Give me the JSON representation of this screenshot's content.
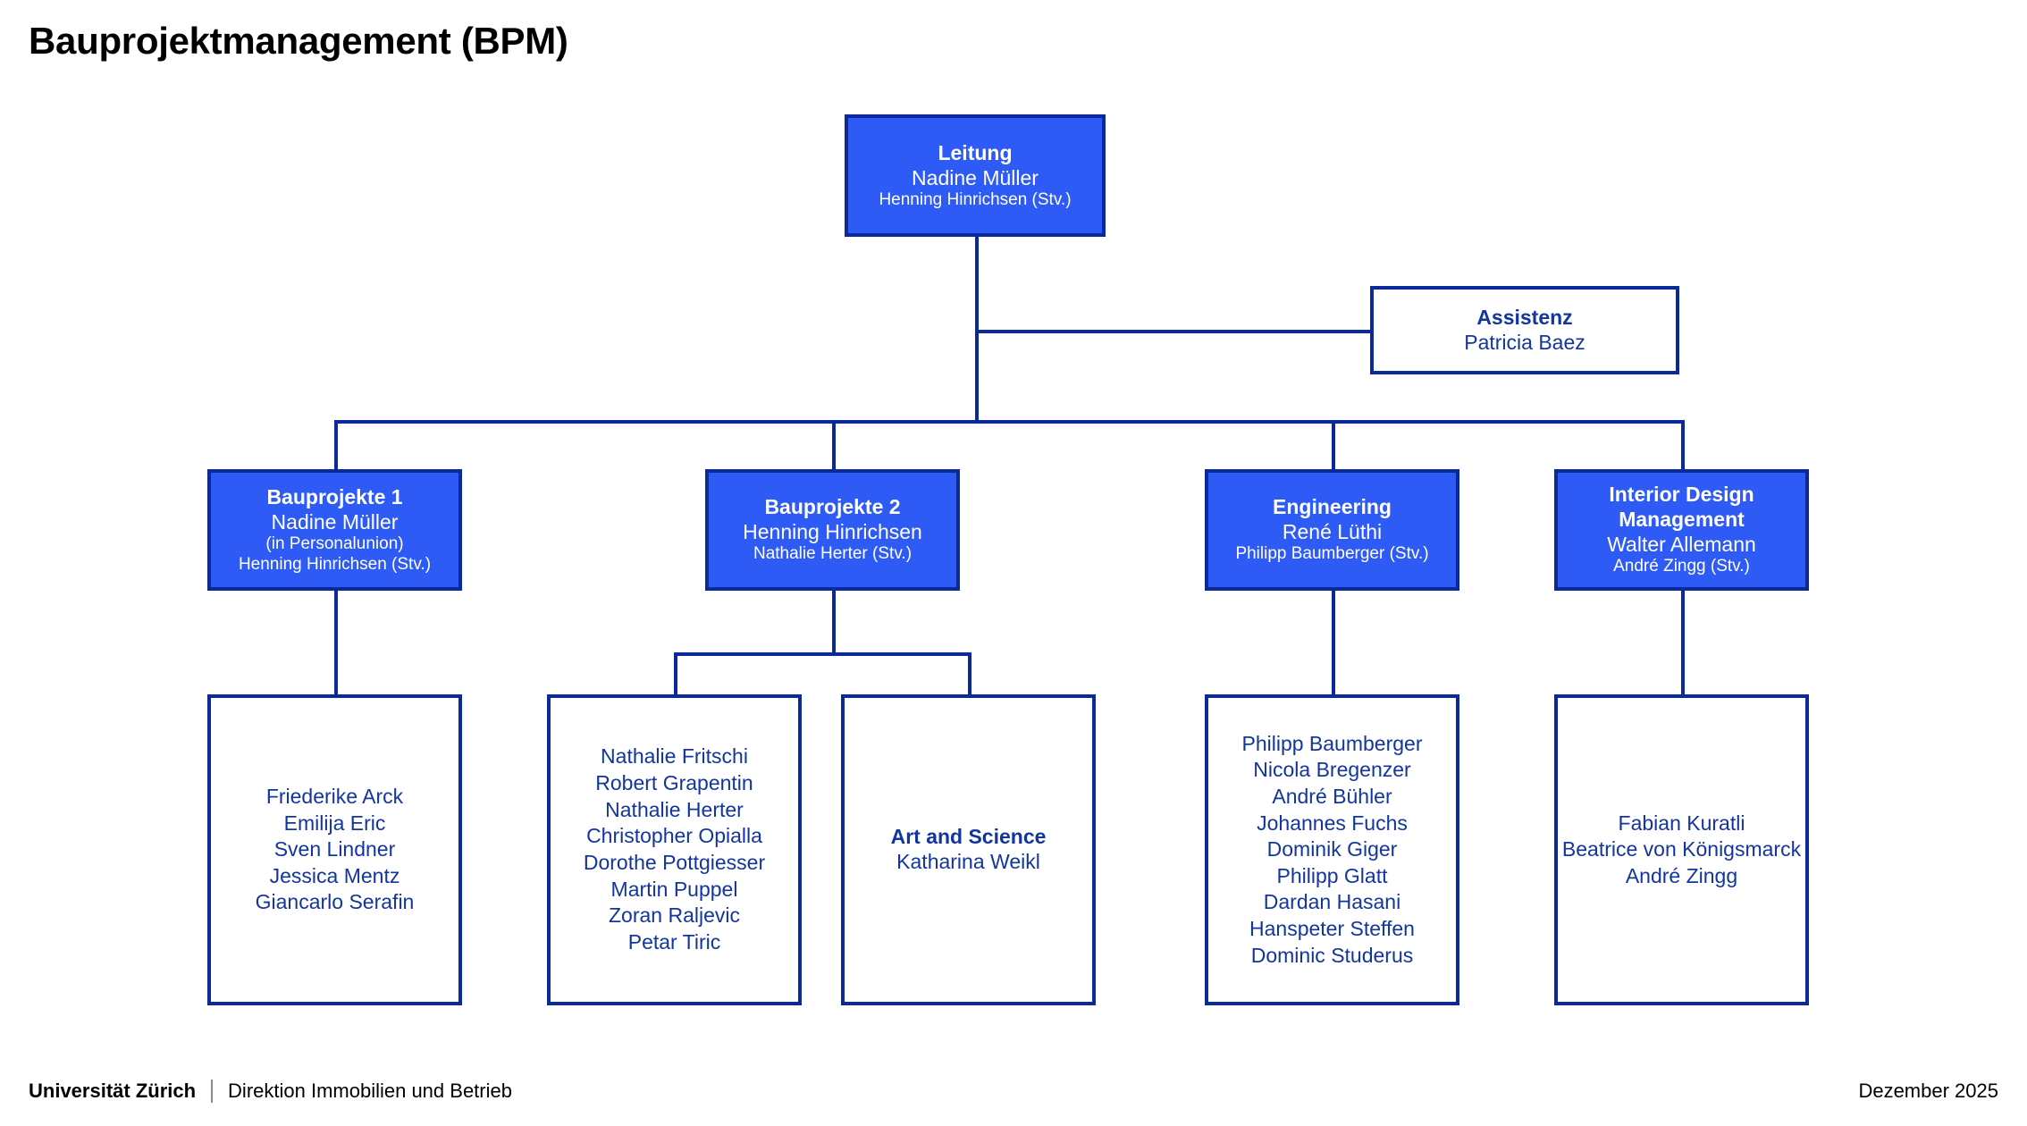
{
  "page": {
    "title": "Bauprojektmanagement (BPM)"
  },
  "colors": {
    "box_fill": "#2e5bf5",
    "box_border": "#0a2a9c",
    "text_on_fill": "#ffffff",
    "text_navy": "#13359e",
    "line": "#0a2a9c",
    "background": "#ffffff"
  },
  "nodes": {
    "leitung": {
      "title": "Leitung",
      "lead": "Nadine Müller",
      "deputy": "Henning Hinrichsen (Stv.)"
    },
    "assistenz": {
      "title": "Assistenz",
      "lead": "Patricia Baez"
    },
    "bauprojekte1": {
      "title": "Bauprojekte 1",
      "lead": "Nadine Müller",
      "note": "(in Personalunion)",
      "deputy": "Henning Hinrichsen (Stv.)"
    },
    "bauprojekte2": {
      "title": "Bauprojekte 2",
      "lead": "Henning Hinrichsen",
      "deputy": "Nathalie Herter (Stv.)"
    },
    "engineering": {
      "title": "Engineering",
      "lead": "René Lüthi",
      "deputy": "Philipp Baumberger (Stv.)"
    },
    "interior_design": {
      "title_line1": "Interior Design",
      "title_line2": "Management",
      "lead": "Walter Allemann",
      "deputy": "André Zingg (Stv.)"
    },
    "art_and_science": {
      "title": "Art and Science",
      "lead": "Katharina Weikl"
    }
  },
  "staff": {
    "bauprojekte1": [
      "Friederike Arck",
      "Emilija Eric",
      "Sven Lindner",
      "Jessica Mentz",
      "Giancarlo Serafin"
    ],
    "bauprojekte2": [
      "Nathalie Fritschi",
      "Robert Grapentin",
      "Nathalie Herter",
      "Christopher Opialla",
      "Dorothe Pottgiesser",
      "Martin Puppel",
      "Zoran Raljevic",
      "Petar Tiric"
    ],
    "engineering": [
      "Philipp Baumberger",
      "Nicola Bregenzer",
      "André Bühler",
      "Johannes Fuchs",
      "Dominik Giger",
      "Philipp Glatt",
      "Dardan Hasani",
      "Hanspeter Steffen",
      "Dominic Studerus"
    ],
    "interior_design": [
      "Fabian Kuratli",
      "Beatrice von Königsmarck",
      "André Zingg"
    ]
  },
  "footer": {
    "university": "Universität Zürich",
    "department": "Direktion Immobilien und Betrieb",
    "date": "Dezember 2025"
  }
}
